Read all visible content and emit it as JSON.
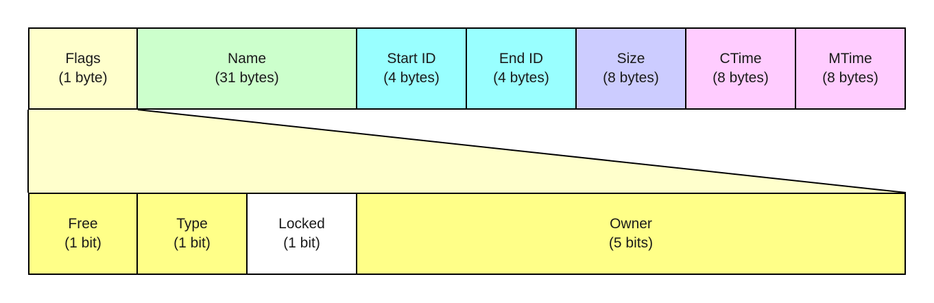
{
  "colors": {
    "flags": "#ffffcc",
    "name": "#ccffcc",
    "id": "#99ffff",
    "size": "#ccccff",
    "time": "#ffccff",
    "bit_field": "#ffff88",
    "locked": "#ffffff",
    "expansion": "#ffffcc",
    "stroke": "#000000"
  },
  "top_fields": [
    {
      "name": "Flags",
      "size": "(1 byte)"
    },
    {
      "name": "Name",
      "size": "(31 bytes)"
    },
    {
      "name": "Start ID",
      "size": "(4 bytes)"
    },
    {
      "name": "End ID",
      "size": "(4 bytes)"
    },
    {
      "name": "Size",
      "size": "(8 bytes)"
    },
    {
      "name": "CTime",
      "size": "(8 bytes)"
    },
    {
      "name": "MTime",
      "size": "(8 bytes)"
    }
  ],
  "bit_fields": [
    {
      "name": "Free",
      "size": "(1 bit)"
    },
    {
      "name": "Type",
      "size": "(1 bit)"
    },
    {
      "name": "Locked",
      "size": "(1 bit)"
    },
    {
      "name": "Owner",
      "size": "(5 bits)"
    }
  ]
}
